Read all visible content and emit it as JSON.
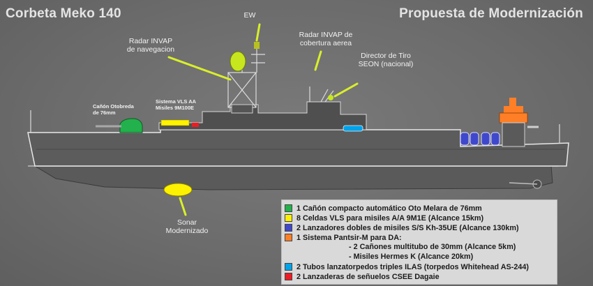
{
  "title_left": "Corbeta Meko 140",
  "title_right": "Propuesta de Modernización",
  "labels": {
    "ew": "EW",
    "radar_nav": "Radar INVAP\nde navegacion",
    "radar_cob": "Radar INVAP de\ncobertura aerea",
    "director": "Director de Tiro\nSEON (nacional)",
    "canon": "Cañón Otobreda\nde 76mm",
    "vls": "Sistema VLS AA\nMisiles 9M100E",
    "sonar": "Sonar\nModernizado"
  },
  "legend": {
    "items": [
      {
        "color": "#22b14c",
        "text": "1 Cañón compacto automático Oto Melara de 76mm"
      },
      {
        "color": "#fff200",
        "text": "8 Celdas VLS para misiles A/A 9M1E (Alcance 15km)"
      },
      {
        "color": "#3f48cc",
        "text": "2 Lanzadores dobles de misiles S/S Kh-35UE (Alcance 130km)"
      },
      {
        "color": "#ff7f27",
        "text": "1 Sistema Pantsir-M para DA:"
      },
      {
        "color": "#00a2e8",
        "text": "2 Tubos lanzatorpedos triples ILAS (torpedos Whitehead AS-244)"
      },
      {
        "color": "#ed1c24",
        "text": "2 Lanzaderas de señuelos CSEE Dagaie"
      }
    ],
    "subitems": [
      "- 2 Cañones multitubo de 30mm (Alcance 5km)",
      "- Misiles Hermes K (Alcance 20km)"
    ]
  }
}
